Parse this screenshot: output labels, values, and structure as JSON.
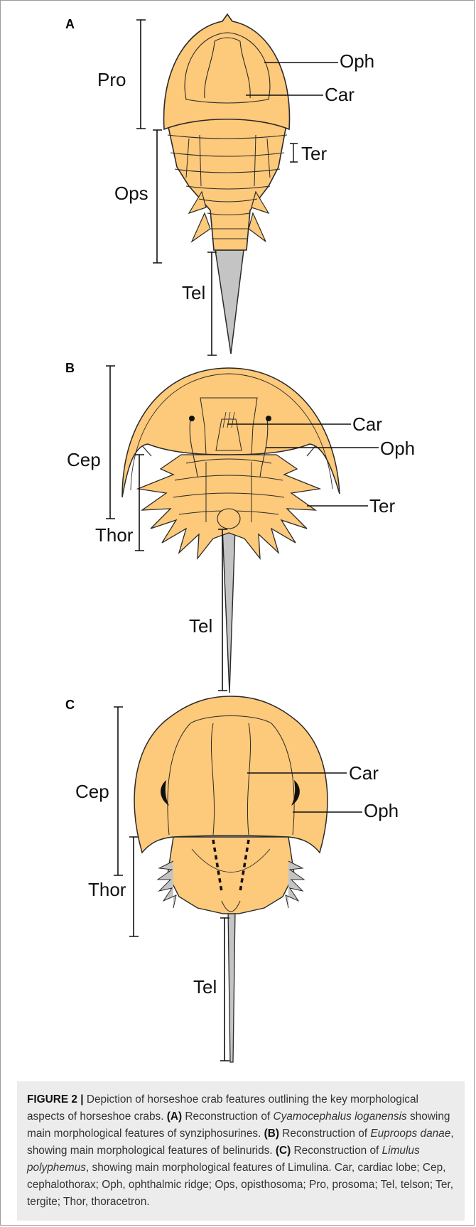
{
  "panels": {
    "a": {
      "letter": "A",
      "labels": {
        "pro": "Pro",
        "ops": "Ops",
        "tel": "Tel",
        "oph": "Oph",
        "car": "Car",
        "ter": "Ter"
      }
    },
    "b": {
      "letter": "B",
      "labels": {
        "cep": "Cep",
        "thor": "Thor",
        "tel": "Tel",
        "car": "Car",
        "oph": "Oph",
        "ter": "Ter"
      }
    },
    "c": {
      "letter": "C",
      "labels": {
        "cep": "Cep",
        "thor": "Thor",
        "tel": "Tel",
        "car": "Car",
        "oph": "Oph"
      }
    }
  },
  "caption": {
    "figure_label": "FIGURE 2 |",
    "intro": " Depiction of horseshoe crab features outlining the key morphological aspects of horseshoe crabs. ",
    "a_tag": "(A)",
    "a_pre": " Reconstruction of ",
    "a_species": "Cyamocephalus loganensis",
    "a_post": " showing main morphological features of synziphosurines. ",
    "b_tag": "(B)",
    "b_pre": " Reconstruction of ",
    "b_species": "Euproops danae",
    "b_post": ", showing main morphological features of belinurids. ",
    "c_tag": "(C)",
    "c_pre": " Reconstruction of ",
    "c_species": "Limulus polyphemus",
    "c_post": ", showing main morphological features of Limulina. Car, cardiac lobe; Cep, cephalothorax; Oph, ophthalmic ridge; Ops, opisthosoma; Pro, prosoma; Tel, telson; Ter, tergite; Thor, thoracetron."
  },
  "colors": {
    "body_fill": "#fdc97a",
    "telson_fill": "#c4c4c4",
    "outline": "#2a2a2a",
    "caption_bg": "#ececec"
  }
}
